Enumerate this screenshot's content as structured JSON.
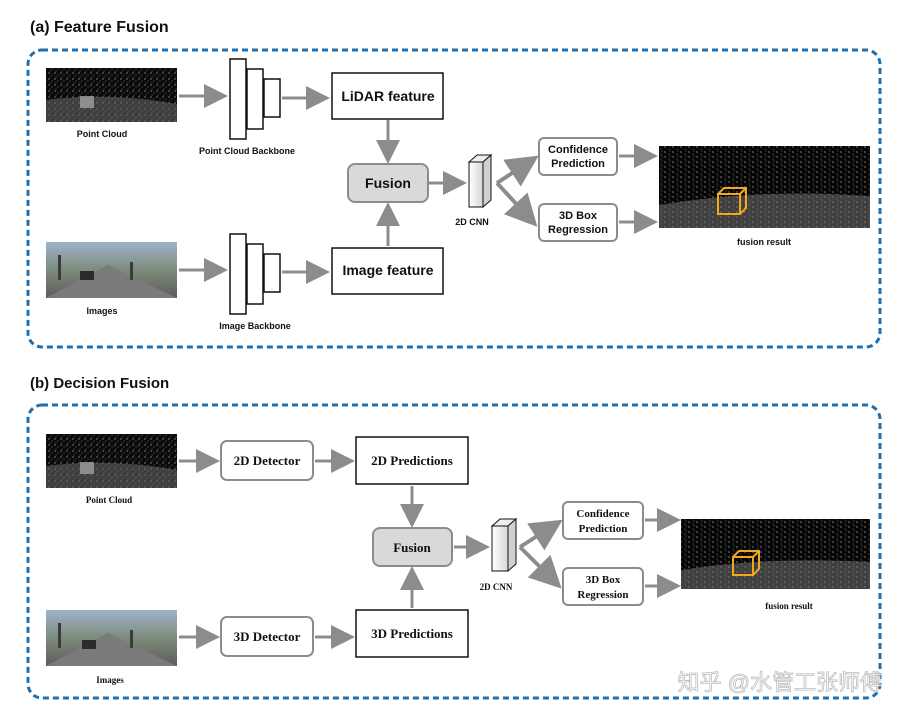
{
  "panel_a": {
    "title": "(a) Feature Fusion",
    "point_cloud_label": "Point Cloud",
    "images_label": "Images",
    "point_cloud_backbone_label": "Point Cloud Backbone",
    "image_backbone_label": "Image Backbone",
    "lidar_feature_label": "LiDAR feature",
    "image_feature_label": "Image feature",
    "fusion_label": "Fusion",
    "cnn_label": "2D CNN",
    "confidence_label_line1": "Confidence",
    "confidence_label_line2": "Prediction",
    "box_label_line1": "3D Box",
    "box_label_line2": "Regression",
    "result_label": "fusion result"
  },
  "panel_b": {
    "title": "(b) Decision Fusion",
    "point_cloud_label": "Point Cloud",
    "images_label": "Images",
    "detector_2d_label": "2D Detector",
    "detector_3d_label": "3D Detector",
    "predictions_2d_label": "2D Predictions",
    "predictions_3d_label": "3D Predictions",
    "fusion_label": "Fusion",
    "cnn_label": "2D CNN",
    "confidence_label_line1": "Confidence",
    "confidence_label_line2": "Prediction",
    "box_label_line1": "3D Box",
    "box_label_line2": "Regression",
    "result_label": "fusion result"
  },
  "watermark": "知乎 @水管工张师傅",
  "colors": {
    "dashed_border": "#1e6fb0",
    "arrow": "#8c8c8c",
    "fusion_fill": "#d9d9d9",
    "detection_box": "#f2a81d"
  },
  "icons": {
    "point_cloud_image": "point-cloud-thumbnail",
    "camera_image": "street-camera-thumbnail",
    "cnn_block": "3d-block-icon"
  }
}
